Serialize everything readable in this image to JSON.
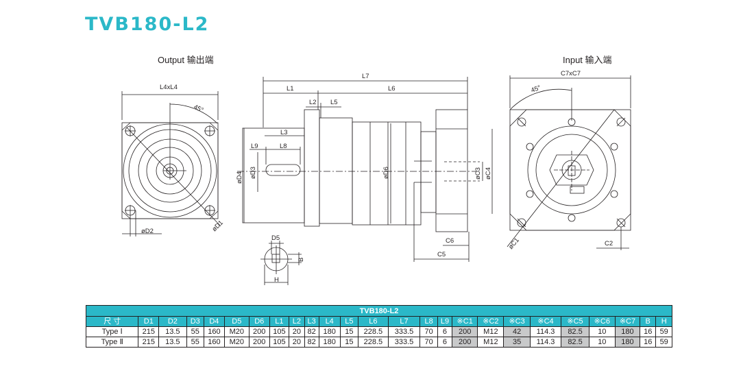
{
  "title": "TVB180-L2",
  "views": {
    "output_label": "Output  输出端",
    "input_label": "Input  输入端"
  },
  "dimension_labels": {
    "l4xl4": "L4xL4",
    "angle": "45°",
    "d1": "øD1",
    "d2": "øD2",
    "l7": "L7",
    "l1": "L1",
    "l6": "L6",
    "l2": "L2",
    "l5": "L5",
    "l3": "L3",
    "l9": "L9",
    "l8": "L8",
    "d4": "øD4",
    "d3": "øD3",
    "d6": "øD6",
    "c3": "øC3",
    "c4": "øC4",
    "c6": "C6",
    "c5": "C5",
    "c7xc7": "C7xC7",
    "c1": "øC1",
    "c2": "C2",
    "d5": "D5",
    "b": "B",
    "h": "H"
  },
  "colors": {
    "accent": "#2bb8c8",
    "gray_cell": "#c8c9ca",
    "line": "#231f20"
  },
  "table": {
    "caption": "TVB180-L2",
    "header": [
      "尺 寸",
      "D1",
      "D2",
      "D3",
      "D4",
      "D5",
      "D6",
      "L1",
      "L2",
      "L3",
      "L4",
      "L5",
      "L6",
      "L7",
      "L8",
      "L9",
      "※C1",
      "※C2",
      "※C3",
      "※C4",
      "※C5",
      "※C6",
      "※C7",
      "B",
      "H"
    ],
    "rows": [
      [
        "Type Ⅰ",
        "215",
        "13.5",
        "55",
        "160",
        "M20",
        "200",
        "105",
        "20",
        "82",
        "180",
        "15",
        "228.5",
        "333.5",
        "70",
        "6",
        "200",
        "M12",
        "42",
        "114.3",
        "82.5",
        "10",
        "180",
        "16",
        "59"
      ],
      [
        "Type Ⅱ",
        "215",
        "13.5",
        "55",
        "160",
        "M20",
        "200",
        "105",
        "20",
        "82",
        "180",
        "15",
        "228.5",
        "333.5",
        "70",
        "6",
        "200",
        "M12",
        "35",
        "114.3",
        "82.5",
        "10",
        "180",
        "16",
        "59"
      ]
    ],
    "gray_columns": [
      16,
      18,
      20,
      22
    ]
  }
}
